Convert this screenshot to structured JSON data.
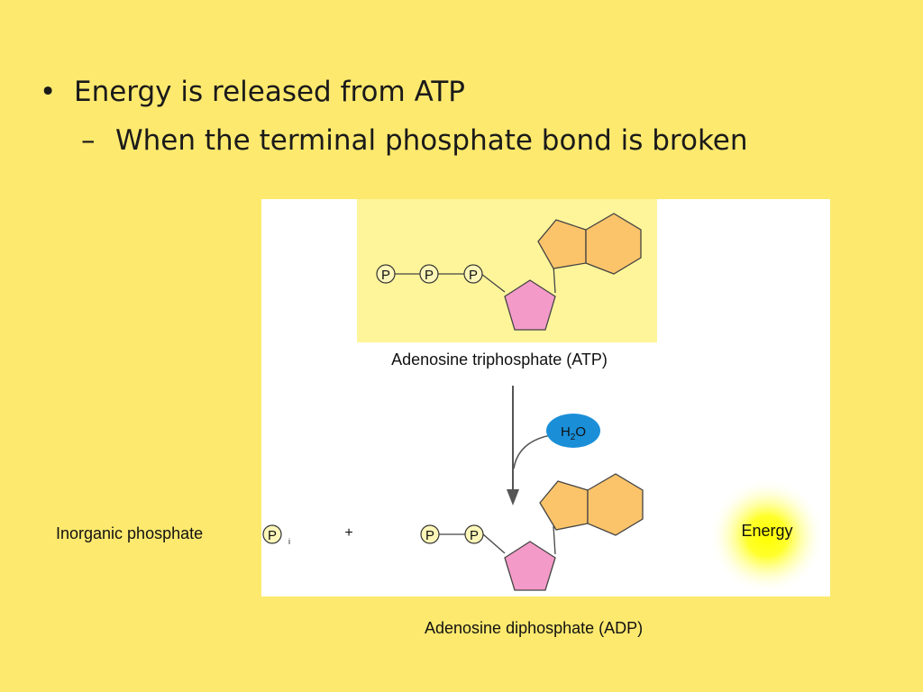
{
  "slide": {
    "bullet_1": "Energy is released from ATP",
    "bullet_1_marker": "•",
    "bullet_2": "When the terminal phosphate bond is broken",
    "bullet_2_marker": "–"
  },
  "diagram": {
    "atp_label": "Adenosine triphosphate (ATP)",
    "adp_label": "Adenosine diphosphate (ADP)",
    "inorganic_phosphate_label": "Inorganic phosphate",
    "plus_sign": "+",
    "energy_label": "Energy",
    "phosphate_symbol": "P",
    "phosphate_subscript": "i",
    "water_main": "H",
    "water_sub": "2",
    "water_end": "O",
    "colors": {
      "slide_background": "#fde96e",
      "atp_highlight": "#fef59a",
      "ribose": "#f49ac8",
      "adenine": "#fbc46a",
      "phosphate_fill": "#fdf6b8",
      "water_bubble": "#1a8fd8",
      "energy_glow": "#ffff00"
    }
  }
}
